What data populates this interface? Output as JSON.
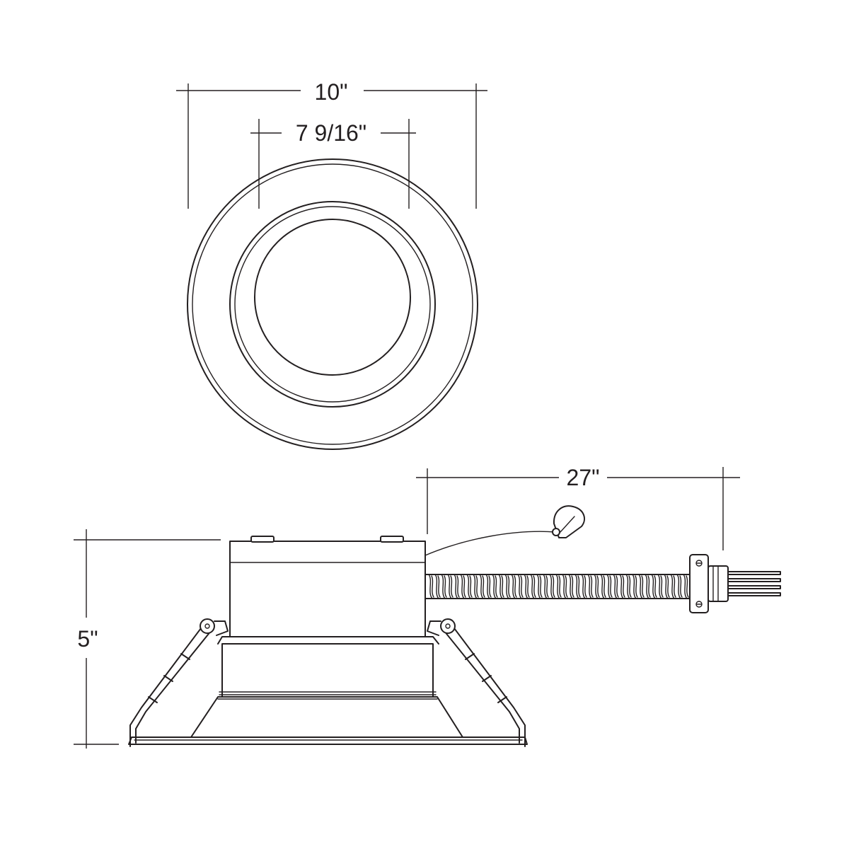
{
  "dimensions": {
    "outer_diameter": "10\"",
    "cutout_diameter": "7 9/16\"",
    "height": "5\"",
    "cable_length": "27\""
  }
}
